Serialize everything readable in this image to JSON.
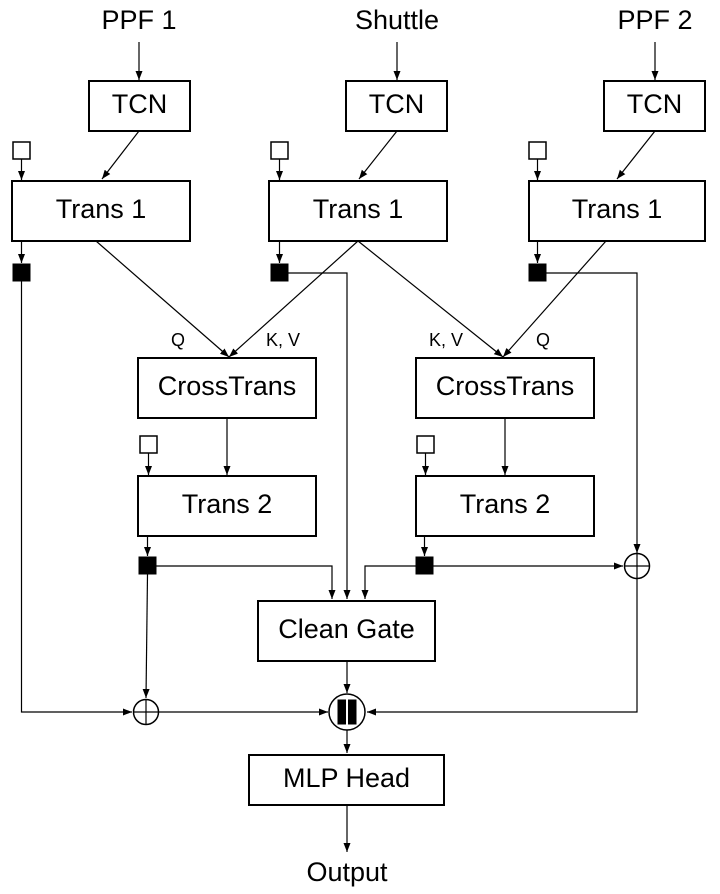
{
  "inputs": {
    "ppf1": "PPF 1",
    "shuttle": "Shuttle",
    "ppf2": "PPF 2"
  },
  "blocks": {
    "tcn": "TCN",
    "trans1": "Trans 1",
    "cross": "CrossTrans",
    "trans2": "Trans 2",
    "clean_gate": "Clean Gate",
    "mlp_head": "MLP Head"
  },
  "attention_labels": {
    "q": "Q",
    "kv": "K, V"
  },
  "output": "Output",
  "colors": {
    "highlight": "#e3211c",
    "stroke": "#000000"
  },
  "icons": {
    "add": "circled-plus-icon",
    "concat": "concat-icon"
  }
}
